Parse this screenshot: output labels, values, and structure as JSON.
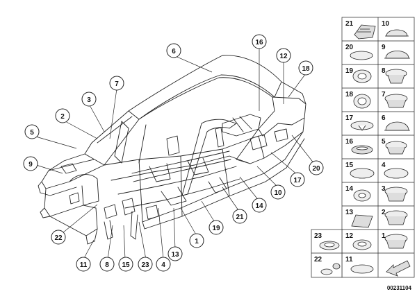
{
  "diagram": {
    "callouts": [
      {
        "id": "c1",
        "label": "1"
      },
      {
        "id": "c2",
        "label": "2"
      },
      {
        "id": "c3",
        "label": "3"
      },
      {
        "id": "c4",
        "label": "4"
      },
      {
        "id": "c5",
        "label": "5"
      },
      {
        "id": "c6",
        "label": "6"
      },
      {
        "id": "c7",
        "label": "7"
      },
      {
        "id": "c8",
        "label": "8"
      },
      {
        "id": "c9",
        "label": "9"
      },
      {
        "id": "c10",
        "label": "10"
      },
      {
        "id": "c11",
        "label": "11"
      },
      {
        "id": "c12",
        "label": "12"
      },
      {
        "id": "c13",
        "label": "13"
      },
      {
        "id": "c14",
        "label": "14"
      },
      {
        "id": "c15",
        "label": "15"
      },
      {
        "id": "c16",
        "label": "16"
      },
      {
        "id": "c17",
        "label": "17"
      },
      {
        "id": "c18",
        "label": "18"
      },
      {
        "id": "c19",
        "label": "19"
      },
      {
        "id": "c20",
        "label": "20"
      },
      {
        "id": "c21",
        "label": "21"
      },
      {
        "id": "c22",
        "label": "22"
      },
      {
        "id": "c23",
        "label": "23"
      }
    ],
    "parts_grid": [
      {
        "left": "21",
        "right": "10"
      },
      {
        "left": "20",
        "right": "9"
      },
      {
        "left": "19",
        "right": "8"
      },
      {
        "left": "18",
        "right": "7"
      },
      {
        "left": "17",
        "right": "6"
      },
      {
        "left": "16",
        "right": "5"
      },
      {
        "left": "15",
        "right": "4"
      },
      {
        "left": "14",
        "right": "3"
      },
      {
        "left": "13",
        "right": "2"
      },
      {
        "left": "12",
        "right": "1"
      },
      {
        "left": "11",
        "right": ""
      }
    ],
    "extra_cells": [
      {
        "label": "23"
      },
      {
        "label": "22"
      }
    ],
    "reference": "00231104"
  }
}
